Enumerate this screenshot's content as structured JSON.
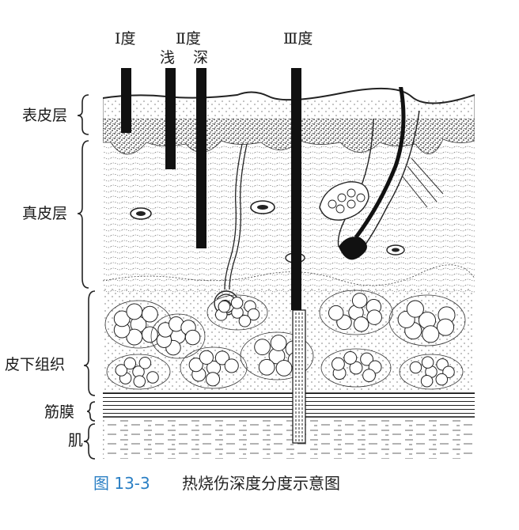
{
  "degree_labels": {
    "first": "Ⅰ度",
    "second": "Ⅱ度",
    "second_shallow": "浅",
    "second_deep": "深",
    "third": "Ⅲ度"
  },
  "layer_labels": {
    "epidermis": "表皮层",
    "dermis": "真皮层",
    "subcutaneous": "皮下组织",
    "fascia": "筋膜",
    "muscle": "肌"
  },
  "caption": {
    "number": "图 13-3",
    "title": "热烧伤深度分度示意图"
  },
  "colors": {
    "ink": "#1a1a1a",
    "caption_number": "#2a7fc4"
  },
  "icons": {
    "depth_marker": "black-bar",
    "layer_bracket": "curly-brace"
  }
}
